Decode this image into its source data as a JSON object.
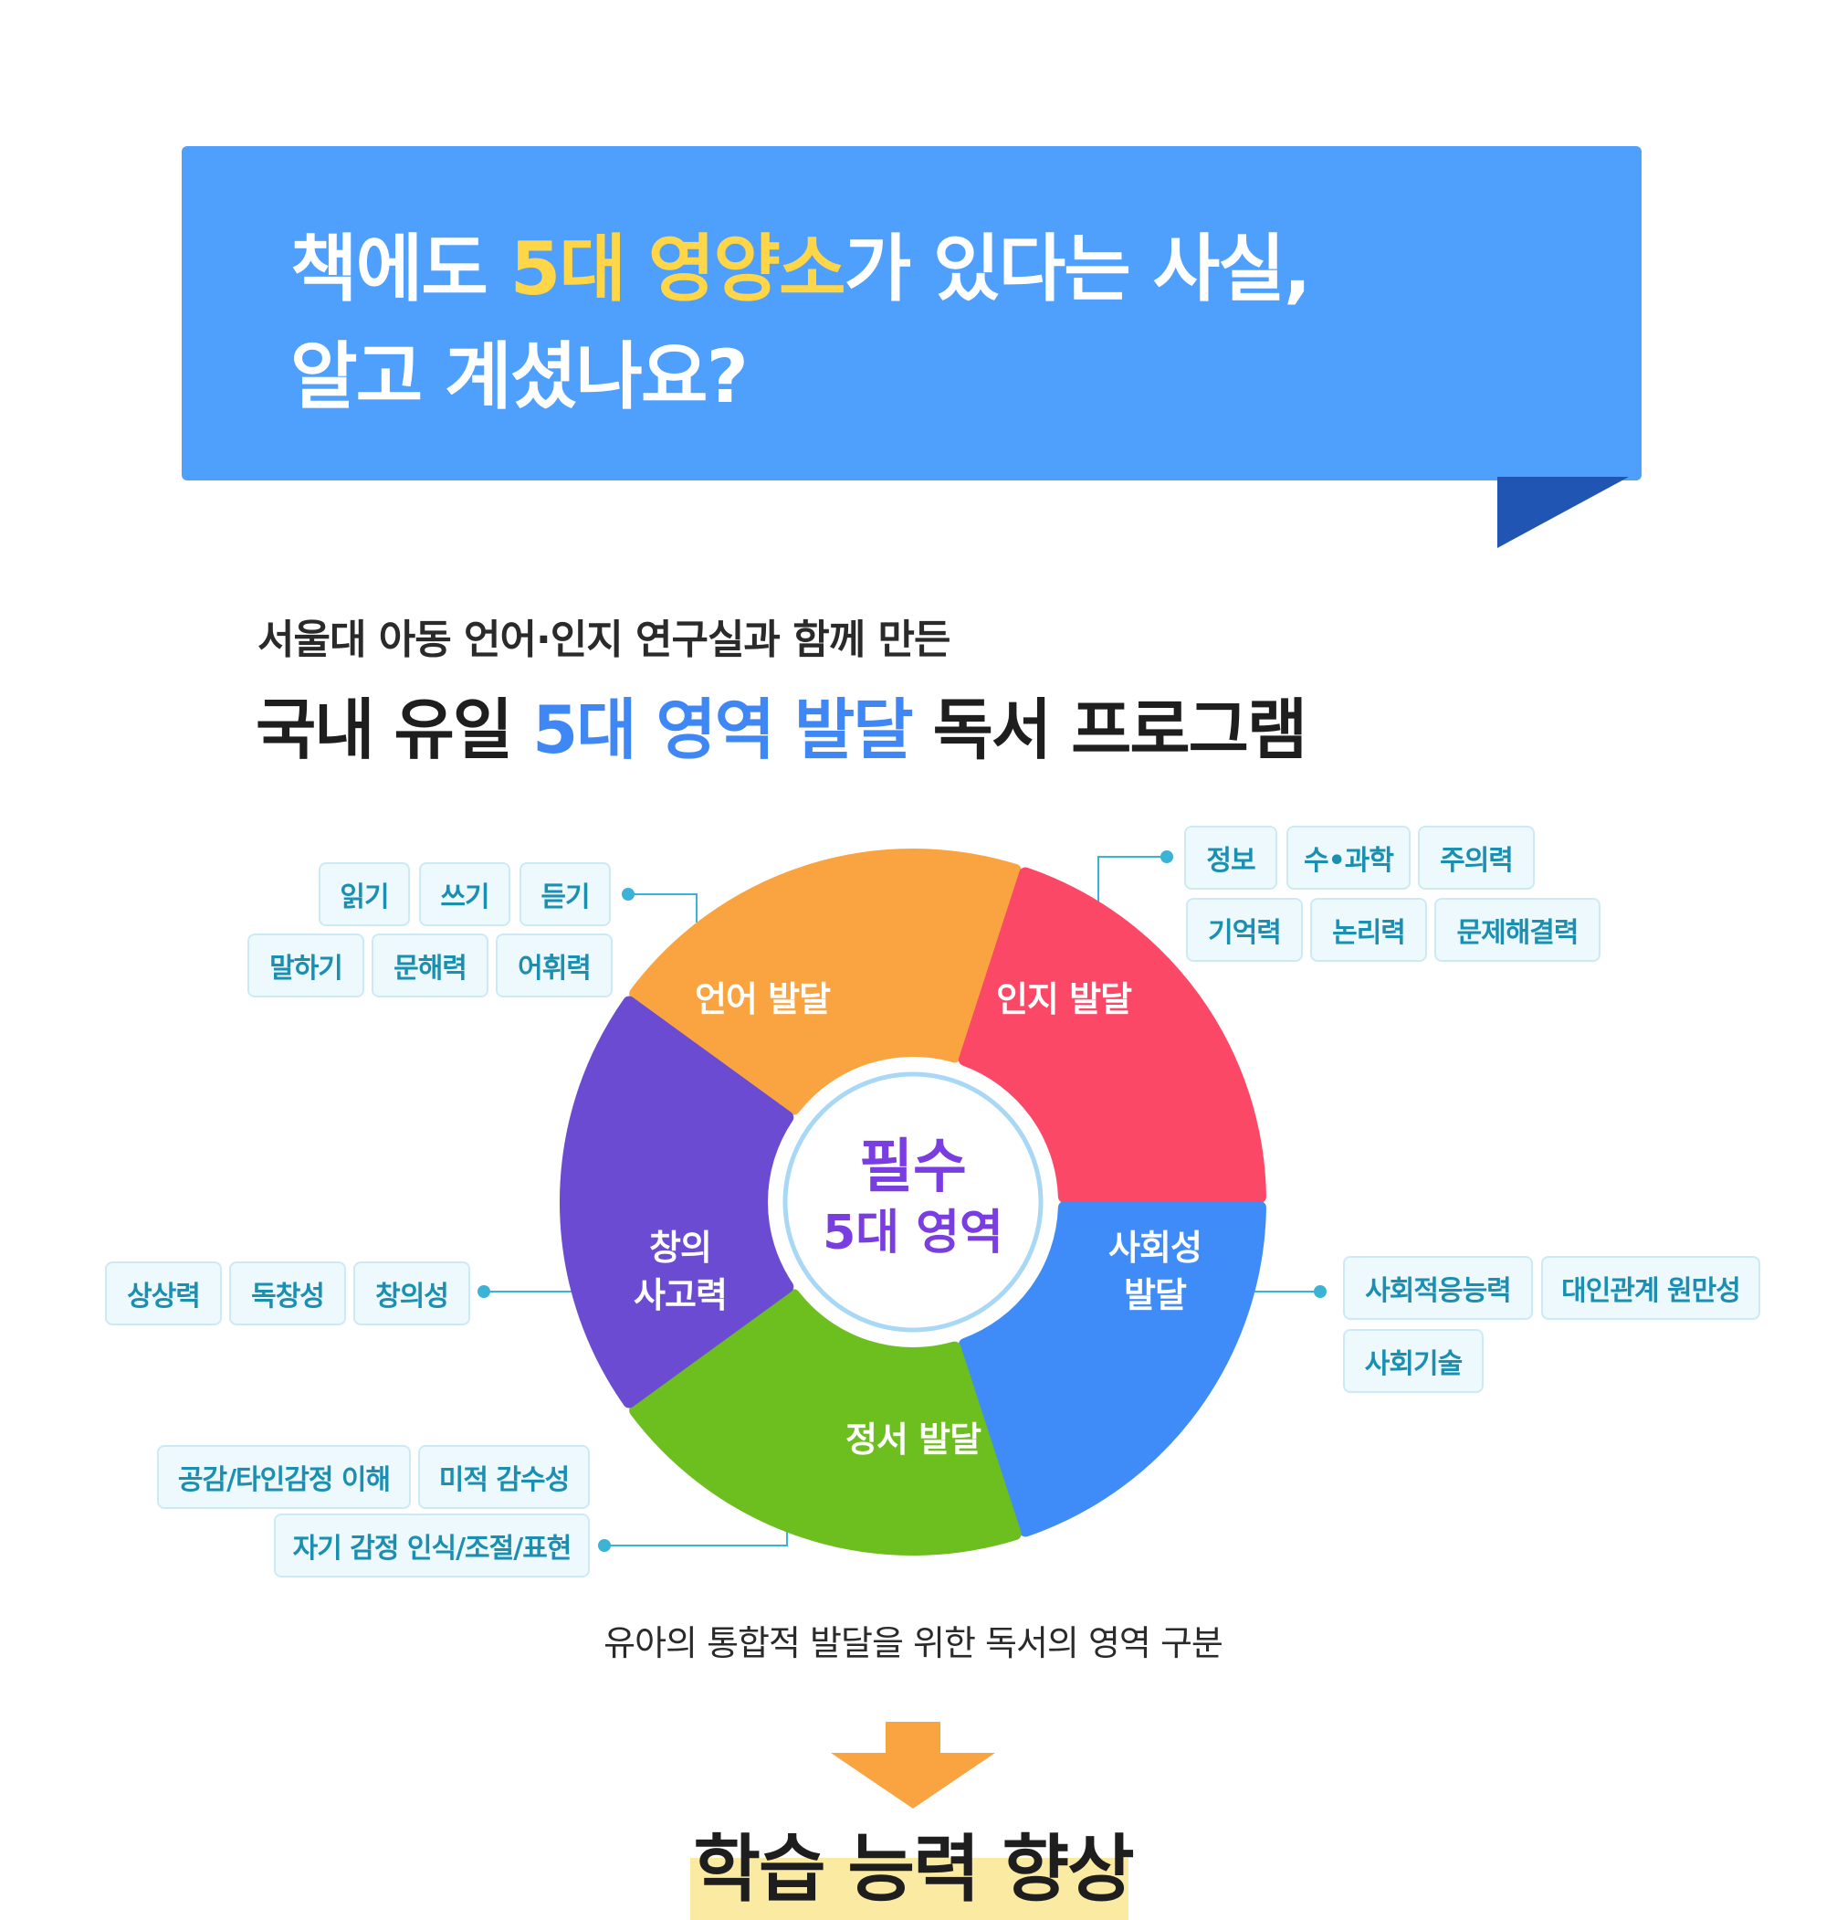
{
  "banner": {
    "line1_pre": "책에도 ",
    "line1_highlight": "5대 영양소",
    "line1_post": "가 있다는 사실,",
    "line2": "알고 계셨나요?"
  },
  "intro": {
    "subtitle": "서울대 아동 언어·인지 연구실과 함께 만든",
    "headline_pre": "국내 유일 ",
    "headline_highlight": "5대 영역 발달",
    "headline_post": " 독서 프로그램"
  },
  "diagram": {
    "center_line1": "필수",
    "center_line2": "5대 영역",
    "segments": [
      {
        "label": "언어 발달",
        "color": "#f9a441",
        "tags": [
          "읽기",
          "쓰기",
          "듣기",
          "말하기",
          "문해력",
          "어휘력"
        ]
      },
      {
        "label": "인지 발달",
        "color": "#fb4866",
        "tags": [
          "정보",
          "수•과학",
          "주의력",
          "기억력",
          "논리력",
          "문제해결력"
        ]
      },
      {
        "label": "사회성 발달",
        "label_line1": "사회성",
        "label_line2": "발달",
        "color": "#3f8bf7",
        "tags": [
          "사회적응능력",
          "대인관계 원만성",
          "사회기술"
        ]
      },
      {
        "label": "정서 발달",
        "color": "#6cbf1e",
        "tags": [
          "공감/타인감정 이해",
          "미적 감수성",
          "자기 감정 인식/조절/표현"
        ]
      },
      {
        "label": "창의 사고력",
        "label_line1": "창의",
        "label_line2": "사고력",
        "color": "#6a4bd1",
        "tags": [
          "상상력",
          "독창성",
          "창의성"
        ]
      }
    ],
    "caption": "유아의 통합적 발달을 위한 독서의 영역 구분"
  },
  "result": {
    "text": "학습 능력 향상",
    "arrow_color": "#f9a441"
  },
  "colors": {
    "banner": "#4f9ffc",
    "banner_tail": "#2155b3",
    "banner_highlight": "#ffd647",
    "headline_highlight": "#3f87f5",
    "center_text": "#7a3de0",
    "tag_text": "#1b8fb2",
    "connector": "#3bb3d6"
  }
}
